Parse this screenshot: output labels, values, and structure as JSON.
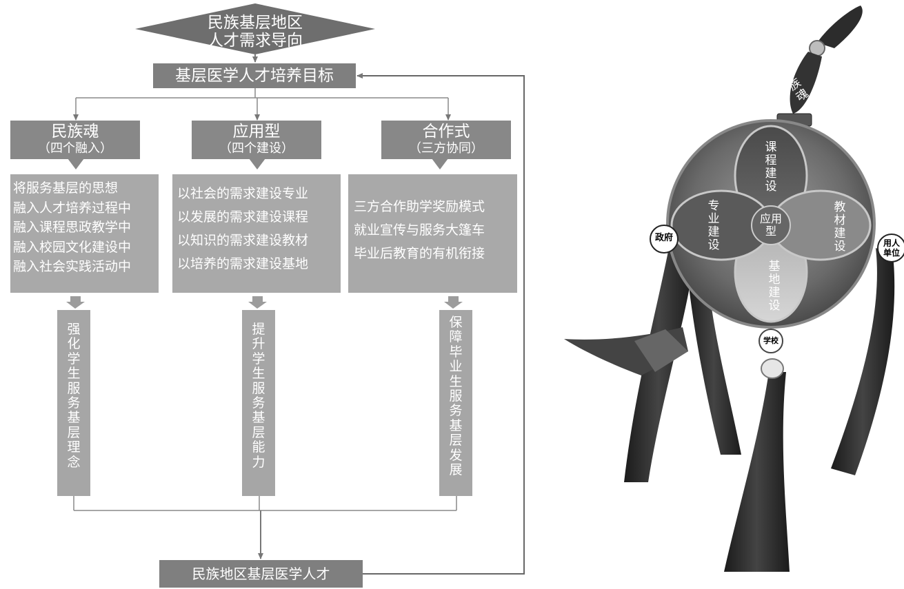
{
  "flow": {
    "top_line1": "民族基层地区",
    "top_line2": "人才需求导向",
    "goal": "基层医学人才培养目标",
    "columns": [
      {
        "title": "民族魂",
        "subtitle": "（四个融入）",
        "items": [
          "将服务基层的思想",
          "融入人才培养过程中",
          "融入课程思政教学中",
          "融入校园文化建设中",
          "融入社会实践活动中"
        ],
        "result": "强化学生服务基层理念"
      },
      {
        "title": "应用型",
        "subtitle": "（四个建设）",
        "items": [
          "以社会的需求建设专业",
          "以发展的需求建设课程",
          "以知识的需求建设教材",
          "以培养的需求建设基地"
        ],
        "result": "提升学生服务基层能力"
      },
      {
        "title": "合作式",
        "subtitle": "（三方协同）",
        "items": [
          "三方合作助学奖励模式",
          "就业宣传与服务大篷车",
          "毕业后教育的有机衔接"
        ],
        "result": "保障毕业生服务基层发展"
      }
    ],
    "bottom": "民族地区基层医学人才"
  },
  "ornament": {
    "top_ribbon": "民族魂",
    "center": "应用型",
    "petal_top": "课程建设",
    "petal_left": "专业建设",
    "petal_right": "教材建设",
    "petal_bottom": "基地建设",
    "left_badge": "政府",
    "right_badge": "用人单位",
    "bottom_badge": "学校"
  }
}
